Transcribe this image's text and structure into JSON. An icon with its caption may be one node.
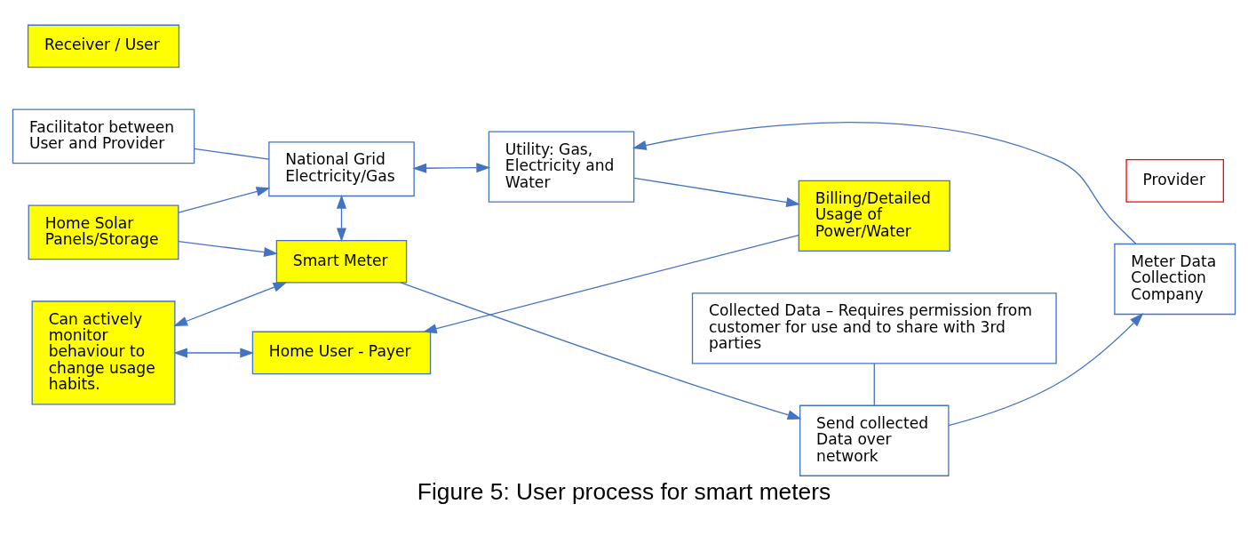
{
  "diagram": {
    "caption": "Figure 5: User process for smart meters",
    "nodes": [
      {
        "text": [
          "Facilitator between User and Provider"
        ]
      },
      {
        "text": [
          "National Grid Electricity/Gas"
        ]
      },
      {
        "text": [
          "Provider"
        ]
      },
      {
        "text": [
          "Receiver / User"
        ]
      },
      {
        "text": [
          "Collected Data – Requires permission from customer for use and to share with 3rd parties"
        ]
      },
      {
        "text": [
          "Home Solar Panels/Storage"
        ]
      },
      {
        "text": [
          "Smart Meter"
        ]
      },
      {
        "text": [
          "Send collected Data over network"
        ]
      },
      {
        "text": [
          "Meter Data Collection Company"
        ]
      },
      {
        "text": [
          "Utility: Gas, Electricity and Water"
        ]
      },
      {
        "text": [
          "Can actively monitor behaviour to change usage habits."
        ]
      },
      {
        "text": [
          "Home User - Payer"
        ]
      },
      {
        "text": [
          "Billing/Detailed Usage of Power/Water"
        ]
      }
    ],
    "edges": [
      {
        "from": 0,
        "to": 1,
        "arrow": "none"
      },
      {
        "from": 5,
        "to": 1,
        "arrow": "to"
      },
      {
        "from": 1,
        "to": 6,
        "arrow": "both"
      },
      {
        "from": 5,
        "to": 6,
        "arrow": "to"
      },
      {
        "from": 6,
        "to": 7,
        "arrow": "to"
      },
      {
        "from": 4,
        "to": 7,
        "arrow": "none"
      },
      {
        "from": 7,
        "to": 8,
        "arrow": "to"
      },
      {
        "from": 8,
        "to": 9,
        "arrow": "to"
      },
      {
        "from": 1,
        "to": 9,
        "arrow": "both"
      },
      {
        "from": 9,
        "to": 12,
        "arrow": "to"
      },
      {
        "from": 12,
        "to": 11,
        "arrow": "to"
      },
      {
        "from": 6,
        "to": 10,
        "arrow": "both"
      },
      {
        "from": 10,
        "to": 11,
        "arrow": "both"
      }
    ]
  }
}
